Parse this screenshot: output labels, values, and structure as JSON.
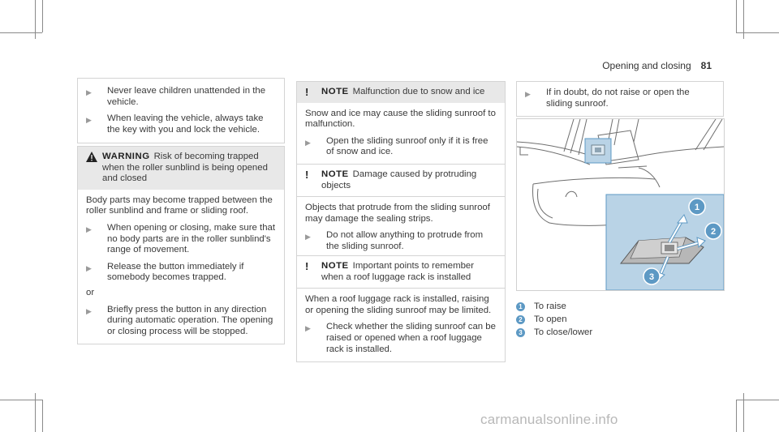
{
  "header": {
    "section": "Opening and closing",
    "page": "81"
  },
  "col1": {
    "top_bullets": [
      "Never leave children unattended in the vehicle.",
      "When leaving the vehicle, always take the key with you and lock the vehicle."
    ],
    "warning": {
      "icon": "warning-triangle-icon",
      "keyword": "WARNING",
      "title": "Risk of becoming trapped when the roller sunblind is being opened and closed",
      "para": "Body parts may become trapped between the roller sunblind and frame or sliding roof.",
      "bullets": [
        "When opening or closing, make sure that no body parts are in the roller sunblind's range of movement.",
        "Release the button immediately if somebody becomes trapped."
      ],
      "or": "or",
      "bullets2": [
        "Briefly press the button in any direction during automatic operation. The opening or closing process will be stopped."
      ]
    }
  },
  "col2": {
    "notes": [
      {
        "icon": "!",
        "keyword": "NOTE",
        "title": "Malfunction due to snow and ice",
        "para": "Snow and ice may cause the sliding sunroof to malfunction.",
        "bullets": [
          "Open the sliding sunroof only if it is free of snow and ice."
        ]
      },
      {
        "icon": "!",
        "keyword": "NOTE",
        "title": "Damage caused by protruding objects",
        "para": "Objects that protrude from the sliding sunroof may damage the sealing strips.",
        "bullets": [
          "Do not allow anything to protrude from the sliding sunroof."
        ]
      },
      {
        "icon": "!",
        "keyword": "NOTE",
        "title": "Important points to remember when a roof luggage rack is installed",
        "para": "When a roof luggage rack is installed, raising or opening the sliding sunroof may be limited.",
        "bullets": [
          "Check whether the sliding sunroof can be raised or opened when a roof luggage rack is installed."
        ]
      }
    ]
  },
  "col3": {
    "bullets": [
      "If in doubt, do not raise or open the sliding sunroof."
    ],
    "legend": [
      {
        "num": "1",
        "text": "To raise"
      },
      {
        "num": "2",
        "text": "To open"
      },
      {
        "num": "3",
        "text": "To close/lower"
      }
    ]
  },
  "watermark": "carmanualsonline.info",
  "colors": {
    "note_bg": "#e8e8e8",
    "callout_blue": "#5d99c4",
    "inset_bg": "#b9d3e6"
  }
}
